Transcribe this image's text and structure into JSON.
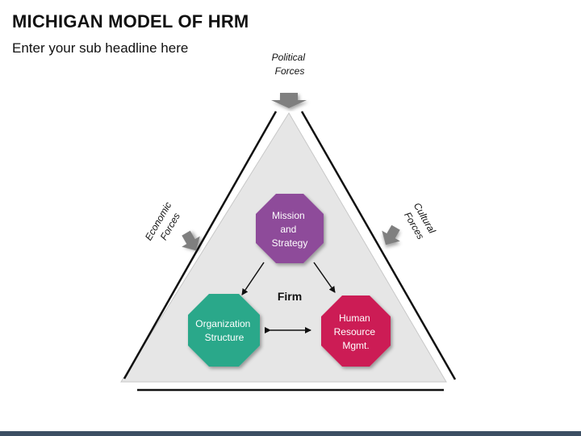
{
  "header": {
    "title": "MICHIGAN MODEL OF HRM",
    "subtitle": "Enter your sub headline here"
  },
  "forces": {
    "political": [
      "Political",
      "Forces"
    ],
    "economic": [
      "Economic",
      "Forces"
    ],
    "cultural": [
      "Cultural",
      "Forces"
    ]
  },
  "center_label": "Firm",
  "nodes": {
    "mission": {
      "lines": [
        "Mission",
        "and",
        "Strategy"
      ],
      "color": "#8e4b9a"
    },
    "organization": {
      "lines": [
        "Organization",
        "Structure"
      ],
      "color": "#2ba88a"
    },
    "hr": {
      "lines": [
        "Human",
        "Resource",
        "Mgmt."
      ],
      "color": "#cc1f55"
    }
  },
  "colors": {
    "triangle_fill": "#e6e6e6",
    "outline": "#111111",
    "force_arrow": "#7f7f7f",
    "footer": "#3c4f63"
  }
}
